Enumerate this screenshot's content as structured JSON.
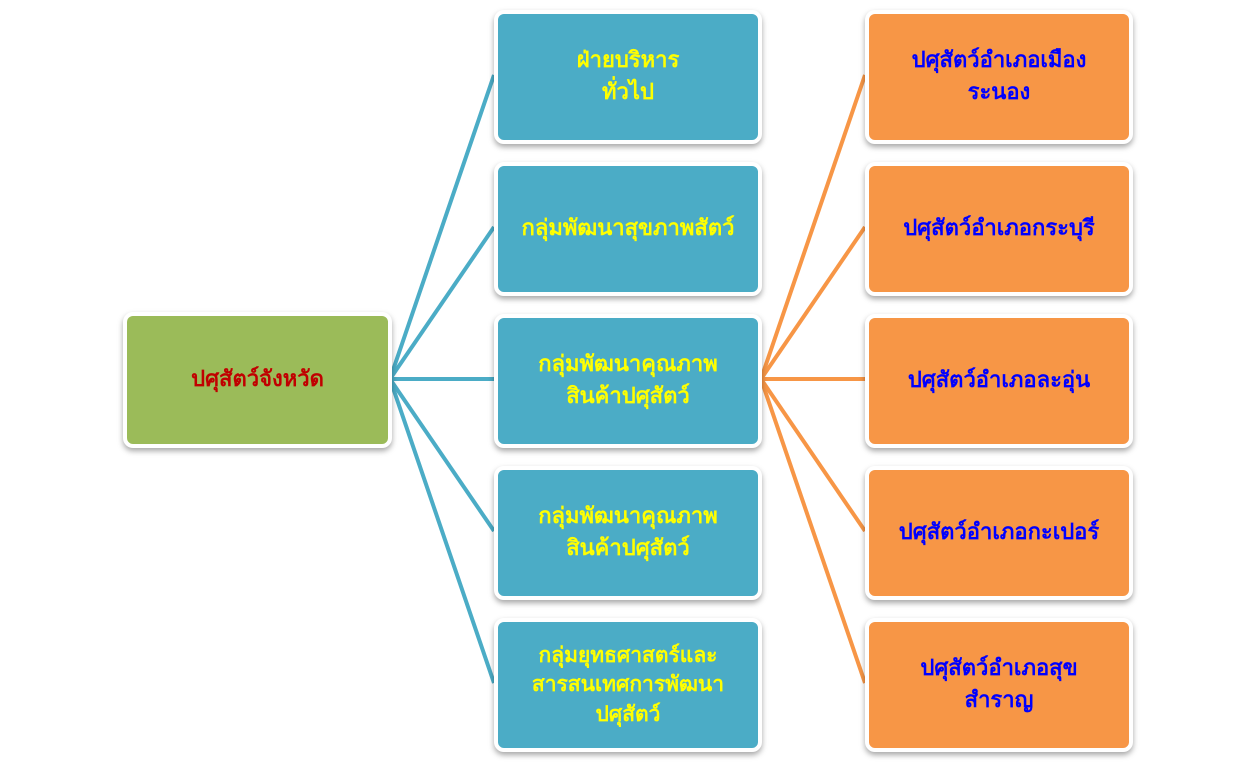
{
  "root": {
    "label": "ปศุสัตว์จังหวัด",
    "color": "#9bbb59",
    "text_color": "#c00000"
  },
  "departments": [
    {
      "lines": [
        "ฝ่ายบริหาร",
        "ทั่วไป"
      ]
    },
    {
      "lines": [
        "กลุ่มพัฒนาสุขภาพสัตว์"
      ]
    },
    {
      "lines": [
        "กลุ่มพัฒนาคุณภาพ",
        "สินค้าปศุสัตว์"
      ]
    },
    {
      "lines": [
        "กลุ่มพัฒนาคุณภาพ",
        "สินค้าปศุสัตว์"
      ]
    },
    {
      "lines": [
        "กลุ่มยุทธศาสตร์และ",
        "สารสนเทศการพัฒนา",
        "ปศุสัตว์"
      ]
    }
  ],
  "districts": [
    {
      "lines": [
        "ปศุสัตว์อำเภอเมือง",
        "ระนอง"
      ]
    },
    {
      "lines": [
        "ปศุสัตว์อำเภอกระบุรี"
      ]
    },
    {
      "lines": [
        "ปศุสัตว์อำเภอละอุ่น"
      ]
    },
    {
      "lines": [
        "ปศุสัตว์อำเภอกะเปอร์"
      ]
    },
    {
      "lines": [
        "ปศุสัตว์อำเภอสุข",
        "สำราญ"
      ]
    }
  ],
  "colors": {
    "department_fill": "#4bacc6",
    "department_text": "#ffff00",
    "district_fill": "#f79646",
    "district_text": "#0000ff",
    "connector_blue": "#4bacc6",
    "connector_orange": "#f79646"
  }
}
